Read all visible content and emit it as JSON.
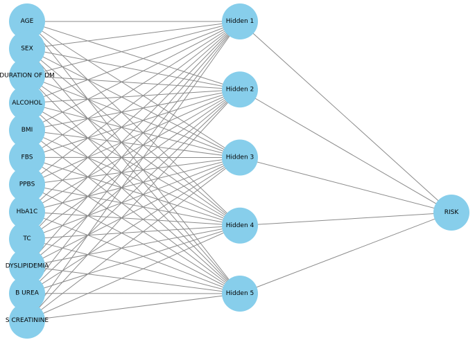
{
  "colors": {
    "node_fill": "#87CEEB",
    "edge": "#8a8a8a",
    "label": "#000000",
    "background": "#ffffff"
  },
  "network": {
    "inputs": [
      "AGE",
      "SEX",
      "DURATION OF DM",
      "ALCOHOL",
      "BMI",
      "FBS",
      "PPBS",
      "HbA1C",
      "TC",
      "DYSLIPIDEMIA",
      "B UREA",
      "S CREATININE"
    ],
    "hidden": [
      "Hidden 1",
      "Hidden 2",
      "Hidden 3",
      "Hidden 4",
      "Hidden 5"
    ],
    "output": [
      "RISK"
    ]
  }
}
